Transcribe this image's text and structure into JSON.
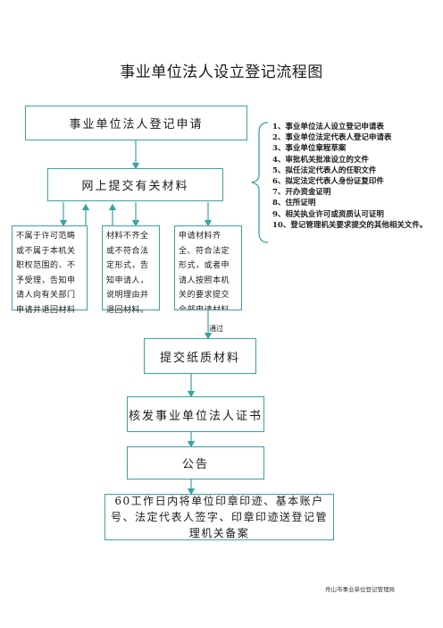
{
  "title": "事业单位法人设立登记流程图",
  "steps": {
    "apply": "事业单位法人登记申请",
    "online": "网上提交有关材料",
    "paper": "提交纸质材料",
    "issue": "核发事业单位法人证书",
    "announce": "公告",
    "final": "60工作日内将单位印章印迹、基本账户号、法定代表人签字、印章印迹送登记管理机关备案"
  },
  "branches": {
    "reject": "不属于许可范畴或不属于本机关职权范围的、不予受理，告知申请人向有关部门申请并退回材料",
    "incomplete": "材料不齐全或不符合法定形式，告知申请人，说明理由并退回材料。",
    "accept": "申请材料齐全、符合法定形式，或者申请人按照本机关的要求提交全部申请材料的，准予受理并"
  },
  "passed_label": "通过",
  "materials": [
    "1、事业单位法人设立登记申请表",
    "2、事业单位法定代表人登记申请表",
    "3、事业单位章程草案",
    "4、审批机关批准设立的文件",
    "5、拟任法定代表人的任职文件",
    "6、拟定法定代表人身份证复印件",
    "7、开办资金证明",
    "8、住所证明",
    "9、相关执业许可或资质认可证明",
    "10、登记管理机关要求提交的其他相关文件。"
  ],
  "footer": "舟山市事业单位登记管理局",
  "colors": {
    "box_border": "#3aa3a3",
    "arrow": "#3aa3a3"
  }
}
